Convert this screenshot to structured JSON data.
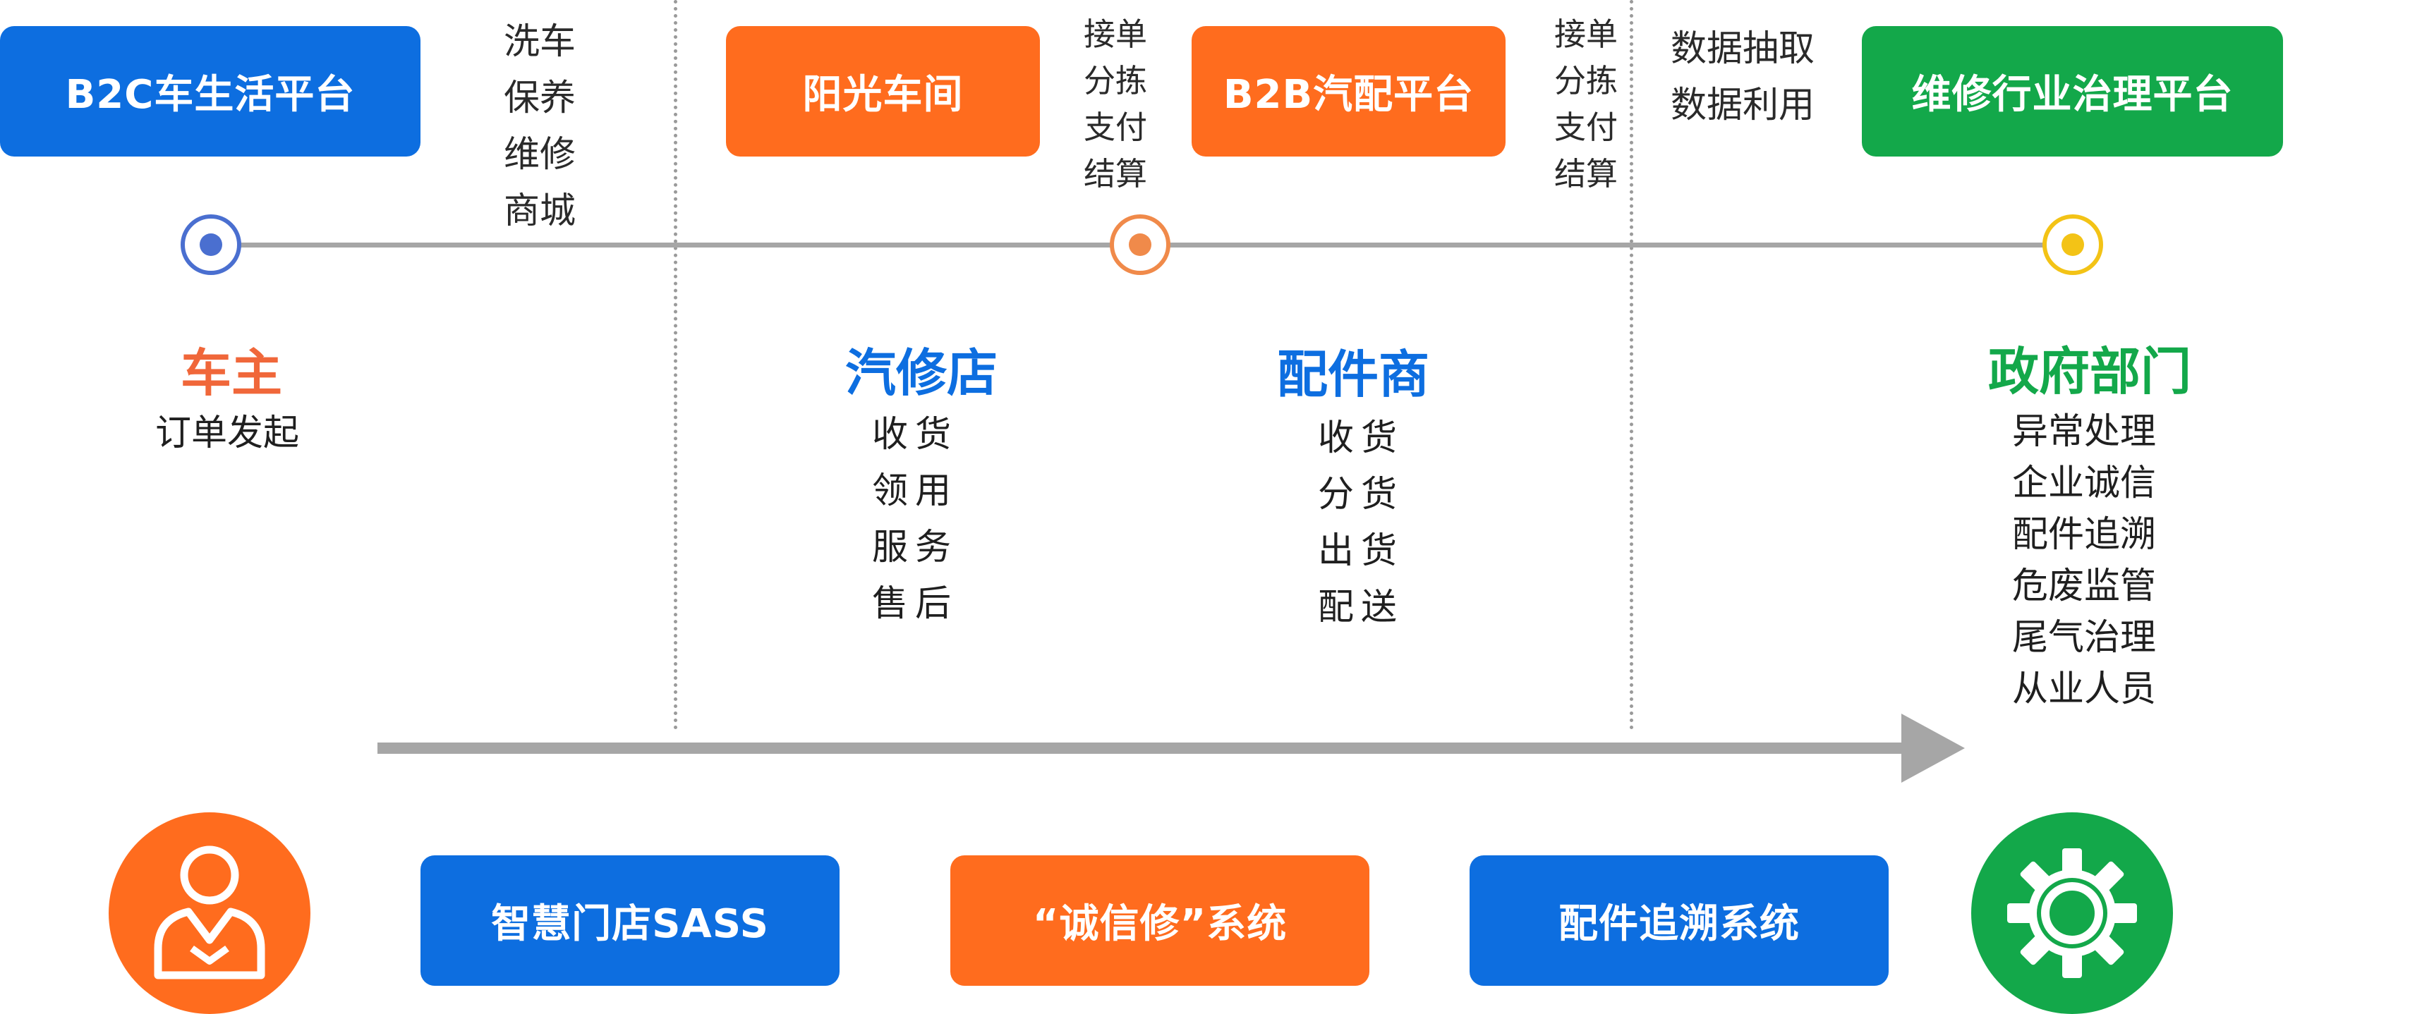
{
  "platforms": {
    "b2c": "B2C车生活平台",
    "workshop": "阳光车间",
    "b2b": "B2B汽配平台",
    "governance": "维修行业治理平台"
  },
  "services": {
    "owner_services": [
      "洗车",
      "保养",
      "维修",
      "商城"
    ],
    "workshop_services": [
      "接单",
      "分拣",
      "支付",
      "结算"
    ],
    "b2b_services": [
      "接单",
      "分拣",
      "支付",
      "结算"
    ],
    "data_services": [
      "数据抽取",
      "数据利用"
    ]
  },
  "actors": {
    "owner": {
      "title": "车主",
      "items": [
        "订单发起"
      ]
    },
    "repair_shop": {
      "title": "汽修店",
      "items": [
        "收货",
        "领用",
        "服务",
        "售后"
      ]
    },
    "parts_supplier": {
      "title": "配件商",
      "items": [
        "收货",
        "分货",
        "出货",
        "配送"
      ]
    },
    "government": {
      "title": "政府部门",
      "items": [
        "异常处理",
        "企业诚信",
        "配件追溯",
        "危废监管",
        "尾气治理",
        "从业人员"
      ]
    }
  },
  "systems": {
    "store_sass": "智慧门店SASS",
    "integrity_repair": "“诚信修”系统",
    "parts_trace": "配件追溯系统"
  },
  "icons": {
    "owner": "person-icon",
    "government": "gear-icon"
  },
  "colors": {
    "blue": "#0d6ee0",
    "orange": "#ff6c1e",
    "green": "#13a84a",
    "owner_title": "#f0673a",
    "timeline_line": "#a6a6a6",
    "ring_blue": "#4a6fd0",
    "ring_orange": "#f08a4a",
    "ring_yellow": "#f3c316"
  }
}
